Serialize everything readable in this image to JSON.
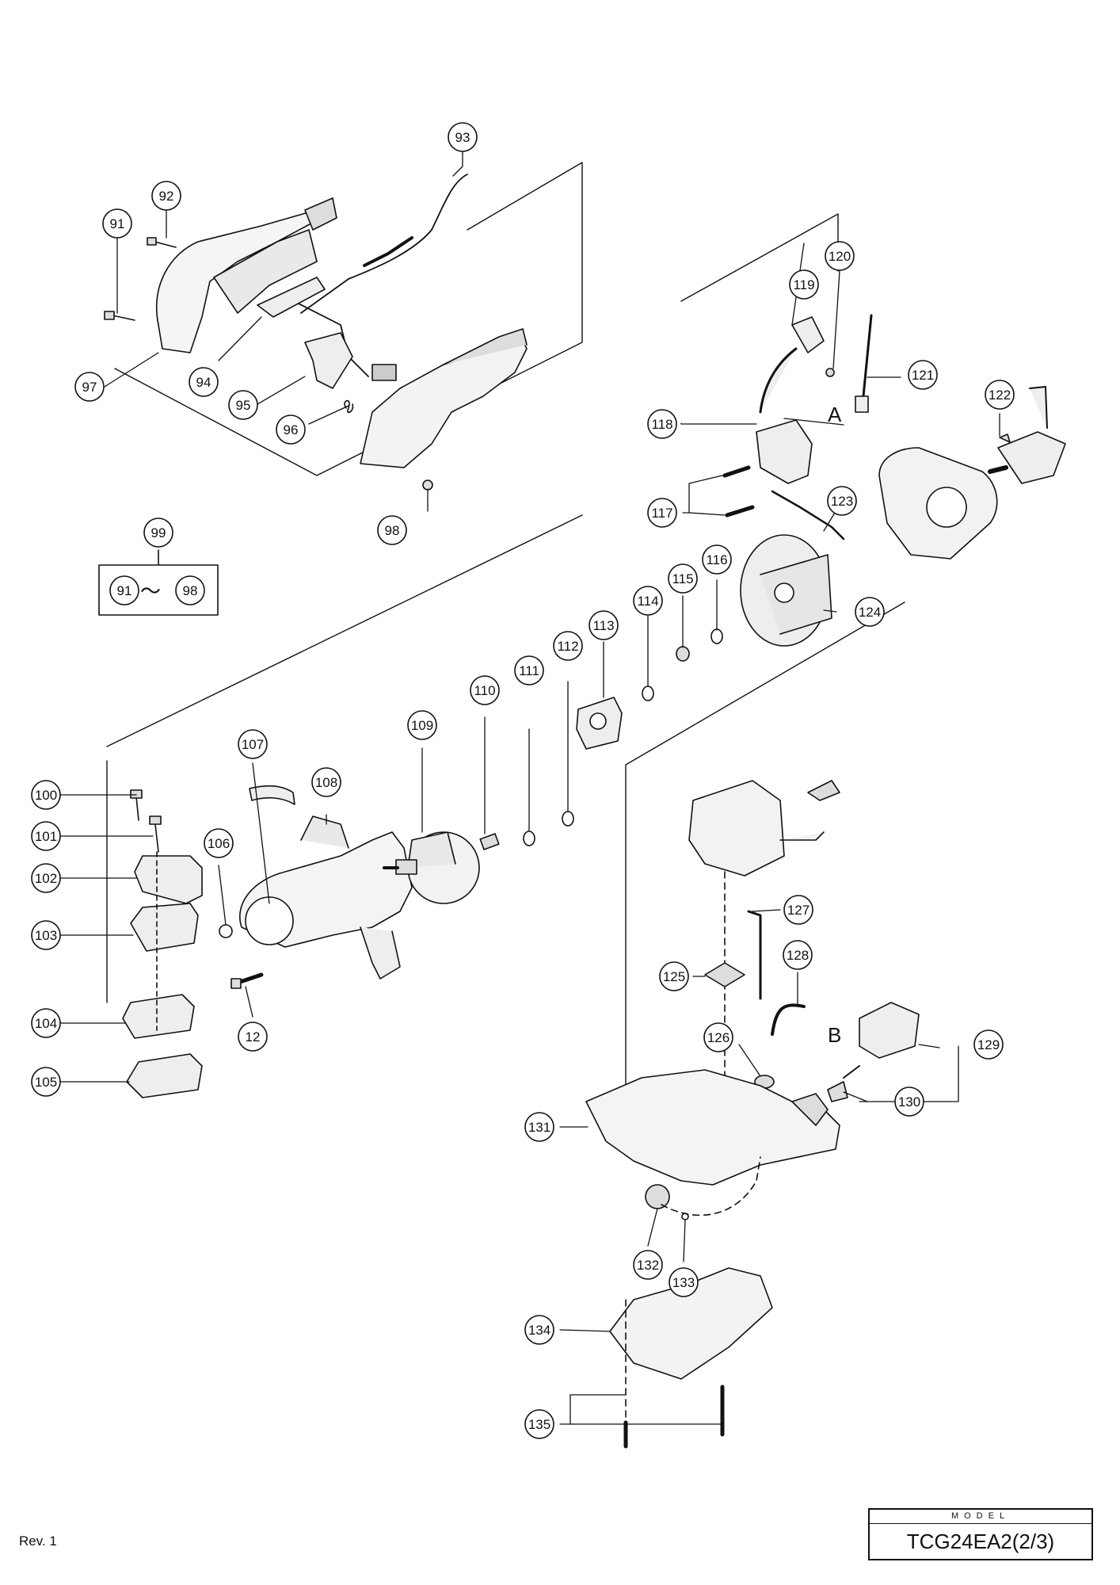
{
  "callouts": [
    {
      "id": "c91",
      "label": "91"
    },
    {
      "id": "c92",
      "label": "92"
    },
    {
      "id": "c93",
      "label": "93"
    },
    {
      "id": "c94",
      "label": "94"
    },
    {
      "id": "c95",
      "label": "95"
    },
    {
      "id": "c96",
      "label": "96"
    },
    {
      "id": "c97",
      "label": "97"
    },
    {
      "id": "c98",
      "label": "98"
    },
    {
      "id": "c99",
      "label": "99"
    },
    {
      "id": "c91b",
      "label": "91"
    },
    {
      "id": "c98b",
      "label": "98"
    },
    {
      "id": "c100",
      "label": "100"
    },
    {
      "id": "c101",
      "label": "101"
    },
    {
      "id": "c102",
      "label": "102"
    },
    {
      "id": "c103",
      "label": "103"
    },
    {
      "id": "c104",
      "label": "104"
    },
    {
      "id": "c105",
      "label": "105"
    },
    {
      "id": "c106",
      "label": "106"
    },
    {
      "id": "c107",
      "label": "107"
    },
    {
      "id": "c108",
      "label": "108"
    },
    {
      "id": "c109",
      "label": "109"
    },
    {
      "id": "c110",
      "label": "110"
    },
    {
      "id": "c111",
      "label": "111"
    },
    {
      "id": "c112",
      "label": "112"
    },
    {
      "id": "c113",
      "label": "113"
    },
    {
      "id": "c114",
      "label": "114"
    },
    {
      "id": "c115",
      "label": "115"
    },
    {
      "id": "c116",
      "label": "116"
    },
    {
      "id": "c117",
      "label": "117"
    },
    {
      "id": "c118",
      "label": "118"
    },
    {
      "id": "c119",
      "label": "119"
    },
    {
      "id": "c120",
      "label": "120"
    },
    {
      "id": "c121",
      "label": "121"
    },
    {
      "id": "c122",
      "label": "122"
    },
    {
      "id": "c123",
      "label": "123"
    },
    {
      "id": "c124",
      "label": "124"
    },
    {
      "id": "c12",
      "label": "12"
    },
    {
      "id": "c125",
      "label": "125"
    },
    {
      "id": "c126",
      "label": "126"
    },
    {
      "id": "c127",
      "label": "127"
    },
    {
      "id": "c128",
      "label": "128"
    },
    {
      "id": "c129",
      "label": "129"
    },
    {
      "id": "c130",
      "label": "130"
    },
    {
      "id": "c131",
      "label": "131"
    },
    {
      "id": "c132",
      "label": "132"
    },
    {
      "id": "c133",
      "label": "133"
    },
    {
      "id": "c134",
      "label": "134"
    },
    {
      "id": "c135",
      "label": "135"
    }
  ],
  "set_range_separator": "～",
  "ref_letters": {
    "a": "A",
    "b": "B"
  },
  "revision": "Rev. 1",
  "model_header": "MODEL",
  "model_name": "TCG24EA2(2/3)"
}
